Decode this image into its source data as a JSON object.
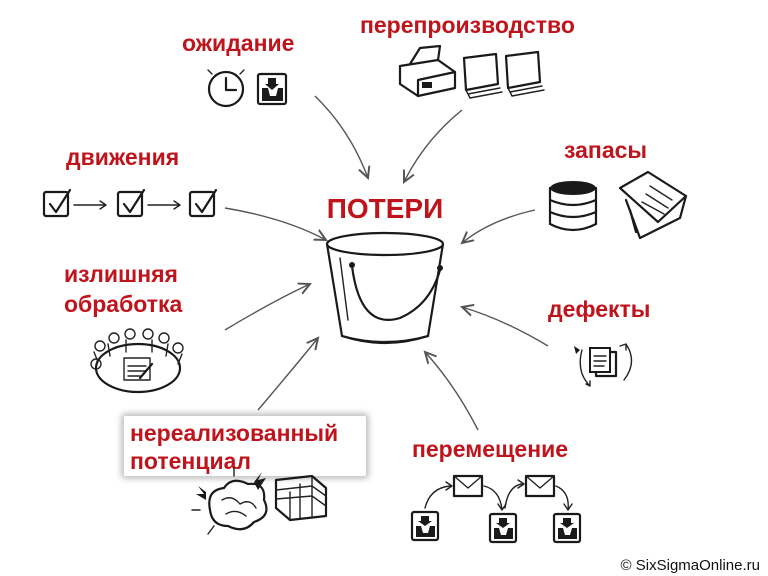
{
  "center": {
    "title": "ПОТЕРИ"
  },
  "wastes": {
    "waiting": "ожидание",
    "overproduction": "перепроизводство",
    "inventory": "запасы",
    "motion": "движения",
    "overprocessing_line1": "излишняя",
    "overprocessing_line2": "обработка",
    "defects": "дефекты",
    "unused_talent_line1": "нереализованный",
    "unused_talent_line2": "потенциал",
    "transportation": "перемещение"
  },
  "footer": {
    "copyright": "© SixSigmaOnline.ru"
  },
  "colors": {
    "label": "#c0141c",
    "ink": "#1a1a1a",
    "arrow": "#555555"
  },
  "icons": [
    "clock-icon",
    "inbox-tray-icon",
    "printer-icon",
    "paper-stack-icon",
    "database-icon",
    "open-book-icon",
    "checkbox-icon",
    "meeting-table-icon",
    "recycle-documents-icon",
    "brain-icon",
    "brick-wall-icon",
    "envelope-icon"
  ]
}
